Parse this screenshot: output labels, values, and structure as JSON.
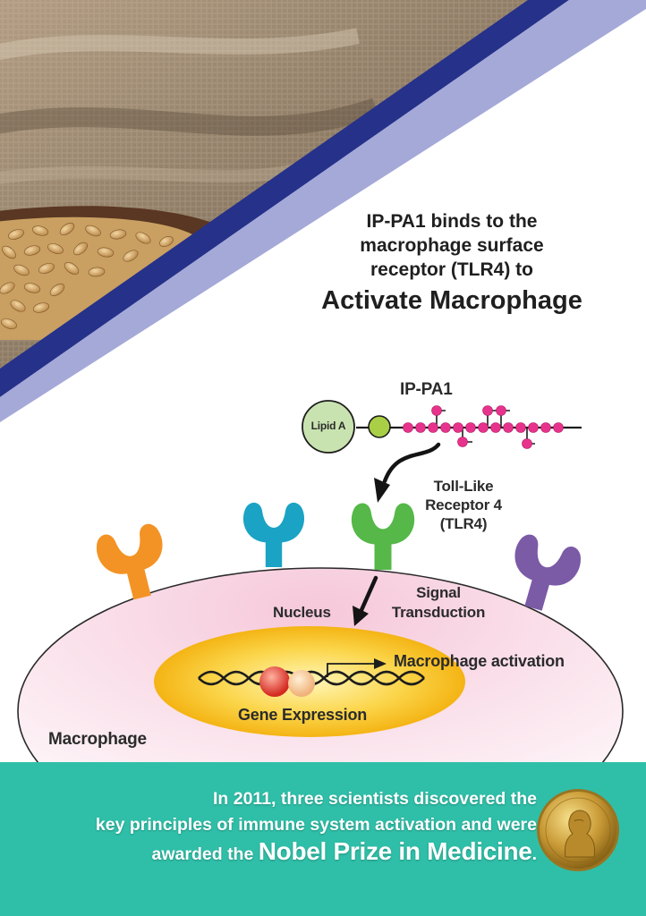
{
  "headline": {
    "line1": "IP-PA1 binds to the",
    "line2": "macrophage surface",
    "line3": "receptor (TLR4) to",
    "emphasis": "Activate Macrophage"
  },
  "diagram": {
    "lipid_label": "Lipid A",
    "molecule_label": "IP-PA1",
    "receptor_label": [
      "Toll-Like",
      "Receptor 4",
      "(TLR4)"
    ],
    "signal_label": [
      "Signal",
      "Transduction"
    ],
    "nucleus_label": "Nucleus",
    "activation_label": "Macrophage activation",
    "gene_label": "Gene Expression",
    "cell_label": "Macrophage"
  },
  "banner": {
    "line1": "In 2011, three scientists discovered the",
    "line2": "key principles of immune system activation and were",
    "line3_prefix": "awarded the ",
    "line3_emphasis": "Nobel Prize in Medicine",
    "line3_suffix": "."
  },
  "colors": {
    "diagonal_dark": "#26318a",
    "diagonal_light": "#a4a9d8",
    "receptor_orange": "#f39325",
    "receptor_teal": "#1aa3c4",
    "receptor_green": "#55b848",
    "receptor_purple": "#7b5aa6",
    "bead_pink": "#e8338c",
    "lipid_green": "#c9e3b0",
    "nucleus_yellow": "#f9c21b",
    "banner_teal": "#2fbfa8"
  }
}
